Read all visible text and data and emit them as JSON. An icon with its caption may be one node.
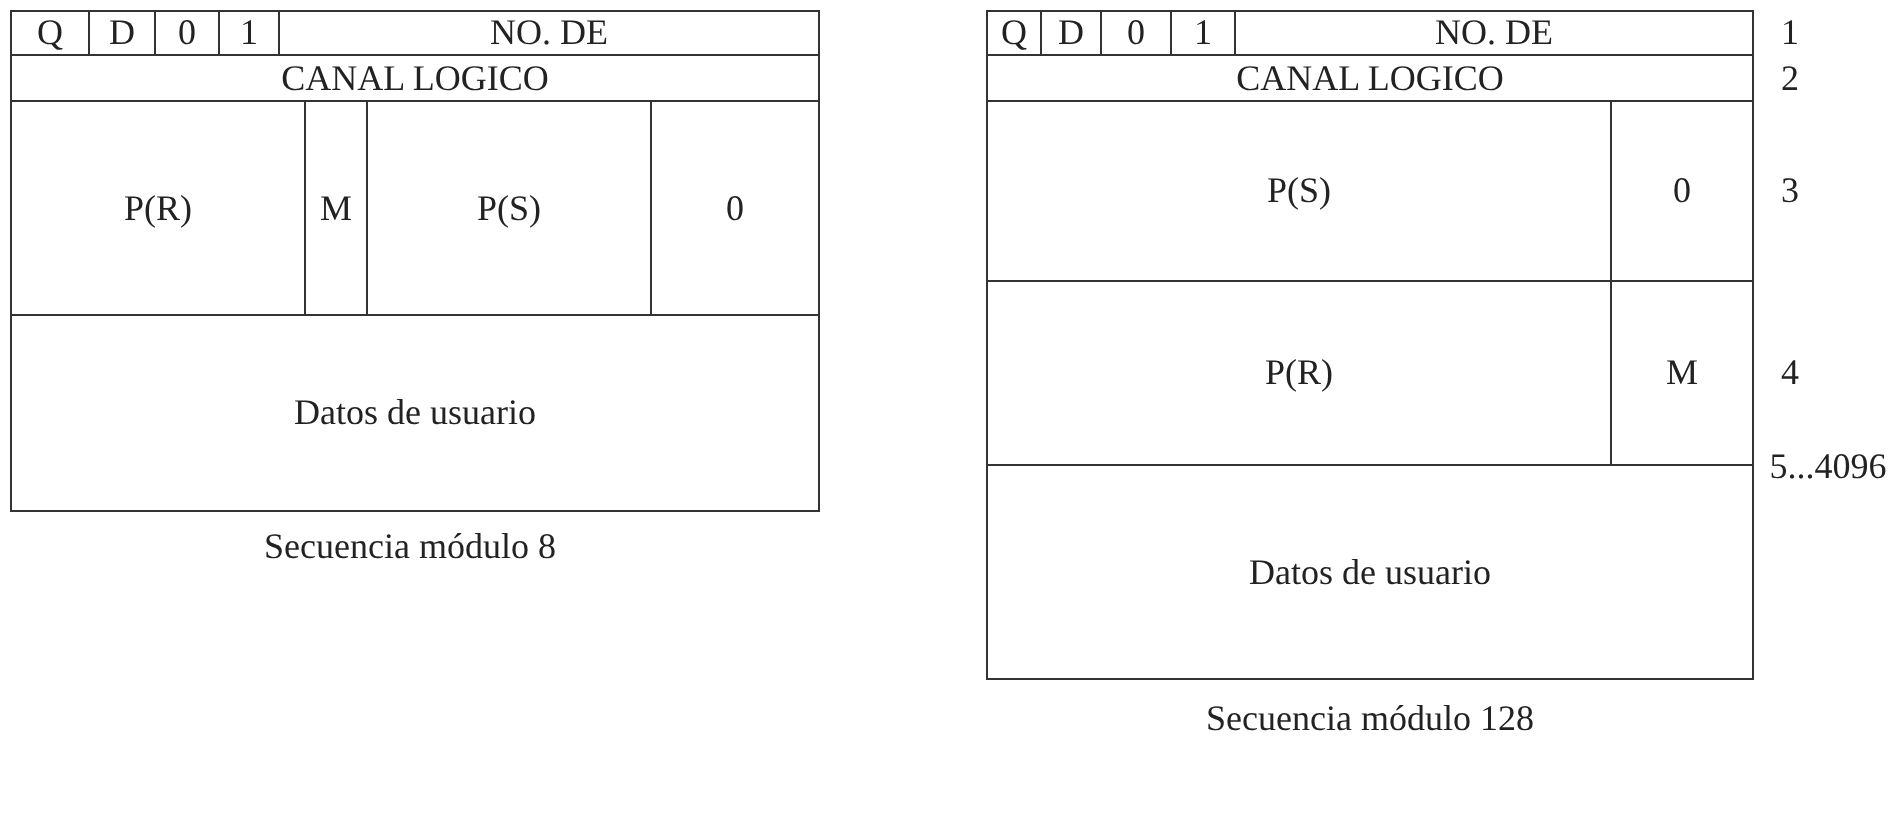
{
  "diagram": {
    "labels": [
      "Q",
      "D",
      "0",
      "1",
      "NO. DE",
      "CANAL LOGICO",
      "P(R)",
      "M",
      "P(S)",
      "0",
      "Datos de usuario",
      "Secuencia módulo 8",
      "Q",
      "D",
      "0",
      "1",
      "NO. DE",
      "1",
      "CANAL LOGICO",
      "2",
      "P(S)",
      "0",
      "3",
      "P(R)",
      "M",
      "4",
      "Datos de usuario",
      "5...4096",
      "Secuencia módulo 128"
    ]
  }
}
